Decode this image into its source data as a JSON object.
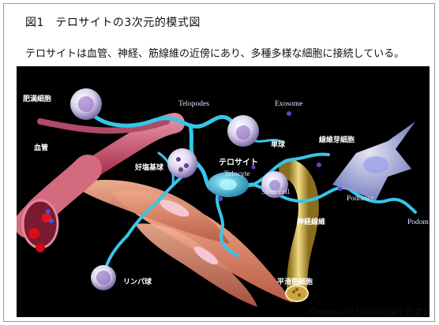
{
  "figure": {
    "title": "図1　テロサイトの3次元的模式図",
    "caption": "テロサイトは血管、神経、筋線維の近傍にあり、多種多様な細胞に接続している。",
    "source": "(Cretoiuら(2016)の図を改変)"
  },
  "labels": {
    "adipocyte": "肥満細胞",
    "blood_vessel": "血管",
    "telopodes": "Telopodes",
    "exosome": "Exosome",
    "monocyte": "単球",
    "fibroblast": "線維芽細胞",
    "eosinophil": "好塩基球",
    "telocyte_jp": "テロサイト",
    "telocyte_en": "Telocyte",
    "stem_cell": "Stem cell",
    "podomer": "Podomer",
    "nerve_fiber": "神経線維",
    "podom": "Podom",
    "lymphocyte": "リンパ球",
    "smooth_muscle": "平滑筋細胞"
  },
  "colors": {
    "background_illustration": "#000000",
    "telocyte_process": "#37c6e8",
    "vessel_wall": "#c4546a",
    "smooth_muscle": "#e39273",
    "nerve": "#d8bd5a"
  }
}
